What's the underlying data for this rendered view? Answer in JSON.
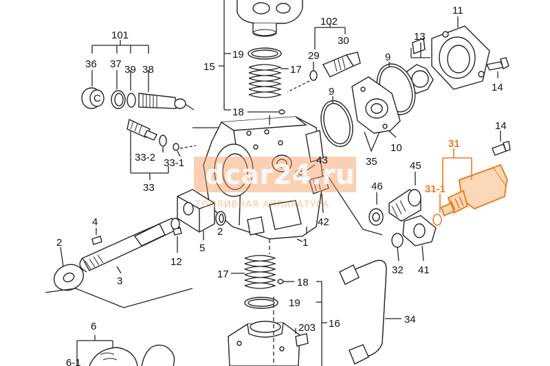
{
  "callouts": [
    {
      "id": "n101",
      "text": "101"
    },
    {
      "id": "n36",
      "text": "36"
    },
    {
      "id": "n37",
      "text": "37"
    },
    {
      "id": "n39",
      "text": "39"
    },
    {
      "id": "n38",
      "text": "38"
    },
    {
      "id": "n15",
      "text": "15"
    },
    {
      "id": "n19a",
      "text": "19"
    },
    {
      "id": "n17a",
      "text": "17"
    },
    {
      "id": "n18a",
      "text": "18"
    },
    {
      "id": "n102",
      "text": "102"
    },
    {
      "id": "n29",
      "text": "29"
    },
    {
      "id": "n30",
      "text": "30"
    },
    {
      "id": "n9a",
      "text": "9"
    },
    {
      "id": "n9b",
      "text": "9"
    },
    {
      "id": "n11",
      "text": "11"
    },
    {
      "id": "n13",
      "text": "13"
    },
    {
      "id": "n14a",
      "text": "14"
    },
    {
      "id": "n14b",
      "text": "14"
    },
    {
      "id": "n10",
      "text": "10"
    },
    {
      "id": "n35",
      "text": "35"
    },
    {
      "id": "n33-2",
      "text": "33-2"
    },
    {
      "id": "n33-1",
      "text": "33-1"
    },
    {
      "id": "n33",
      "text": "33"
    },
    {
      "id": "n43",
      "text": "43"
    },
    {
      "id": "n42",
      "text": "42"
    },
    {
      "id": "n45",
      "text": "45"
    },
    {
      "id": "n46",
      "text": "46"
    },
    {
      "id": "n31",
      "text": "31",
      "highlight": true
    },
    {
      "id": "n31-1",
      "text": "31-1",
      "highlight": true
    },
    {
      "id": "n4",
      "text": "4"
    },
    {
      "id": "n2a",
      "text": "2"
    },
    {
      "id": "n2b",
      "text": "2"
    },
    {
      "id": "n5",
      "text": "5"
    },
    {
      "id": "n1",
      "text": "1"
    },
    {
      "id": "n12",
      "text": "12"
    },
    {
      "id": "n3",
      "text": "3"
    },
    {
      "id": "n32",
      "text": "32"
    },
    {
      "id": "n41",
      "text": "41"
    },
    {
      "id": "n17b",
      "text": "17"
    },
    {
      "id": "n18b",
      "text": "18"
    },
    {
      "id": "n19b",
      "text": "19"
    },
    {
      "id": "n16",
      "text": "16"
    },
    {
      "id": "n203",
      "text": "203"
    },
    {
      "id": "n34",
      "text": "34"
    },
    {
      "id": "n6",
      "text": "6"
    },
    {
      "id": "n64",
      "text": "6-1"
    }
  ],
  "watermark": {
    "brand": "dcar24.ru",
    "tagline": "ТОПЛИВНАЯ АППАРАТУРА"
  },
  "colors": {
    "highlight": "#f07a1e",
    "line": "#222222",
    "watermark": "#f5965a"
  }
}
